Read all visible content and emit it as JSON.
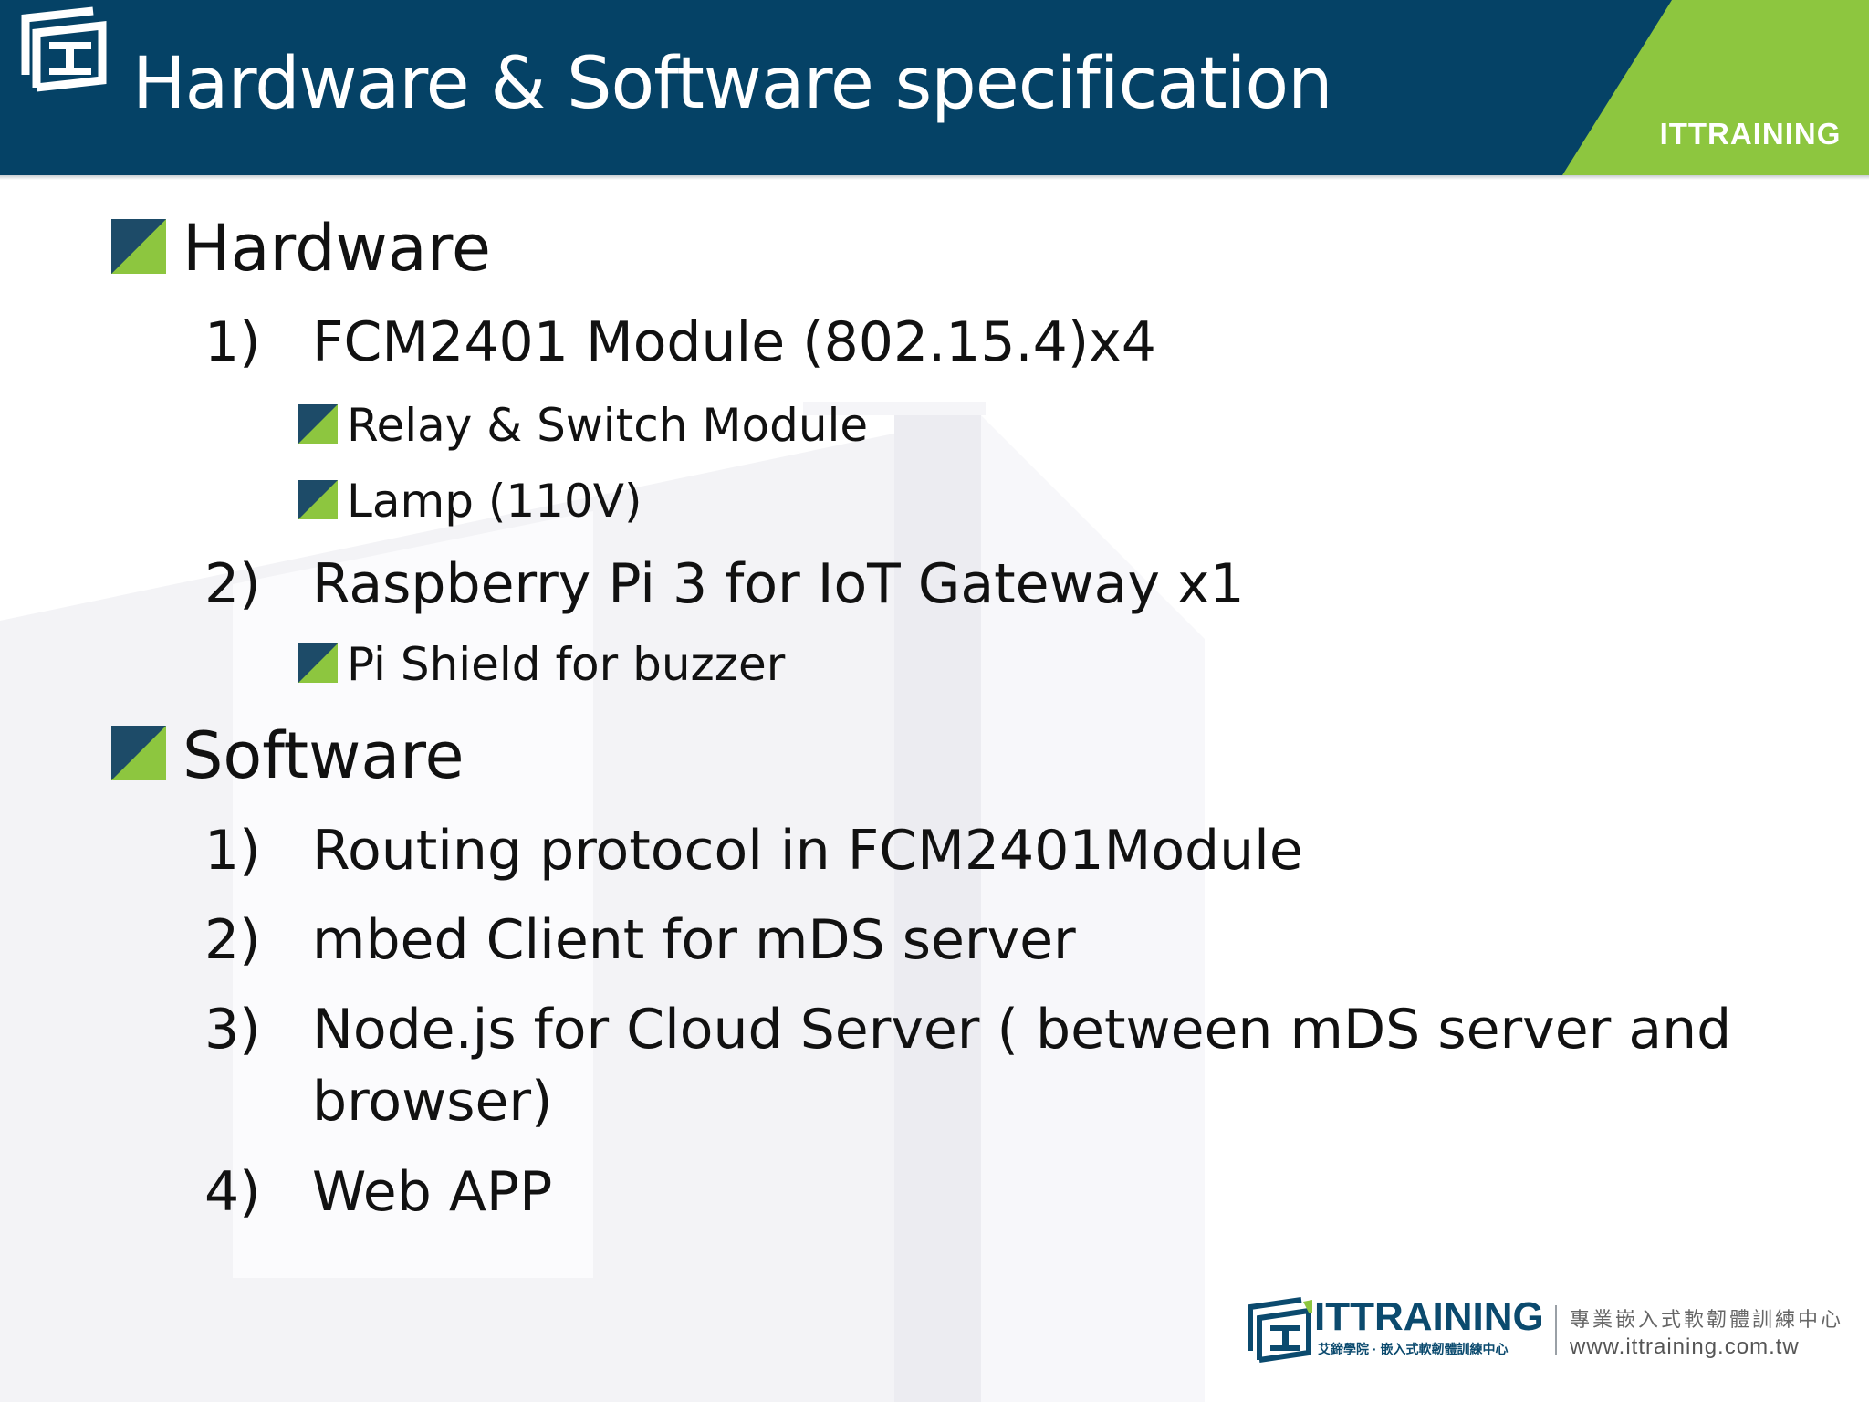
{
  "slide": {
    "title": "Hardware & Software specification",
    "brand": "ITTRAINING",
    "colors": {
      "header": "#054266",
      "accent_green": "#8dc63f",
      "text": "#111111"
    }
  },
  "content": {
    "hardware": {
      "heading": "Hardware",
      "items": [
        {
          "num": "1)",
          "text": "FCM2401 Module (802.15.4)x4",
          "subitems": [
            "Relay &  Switch Module",
            "Lamp (110V)"
          ]
        },
        {
          "num": "2)",
          "text": "Raspberry Pi 3 for IoT Gateway x1",
          "subitems": [
            "Pi Shield for buzzer"
          ]
        }
      ]
    },
    "software": {
      "heading": "Software",
      "items": [
        {
          "num": "1)",
          "text": "Routing protocol in FCM2401Module"
        },
        {
          "num": "2)",
          "text": "mbed Client for mDS server"
        },
        {
          "num": "3)",
          "text": "Node.js for Cloud Server ( between mDS server and",
          "text_cont": "browser)"
        },
        {
          "num": "4)",
          "text": "Web  APP"
        }
      ]
    }
  },
  "footer": {
    "brand": "ITTRAINING",
    "tagline": "艾鍗學院 · 嵌入式軟韌體訓練中心",
    "subtitle": "專業嵌入式軟韌體訓練中心",
    "url": "www.ittraining.com.tw"
  }
}
